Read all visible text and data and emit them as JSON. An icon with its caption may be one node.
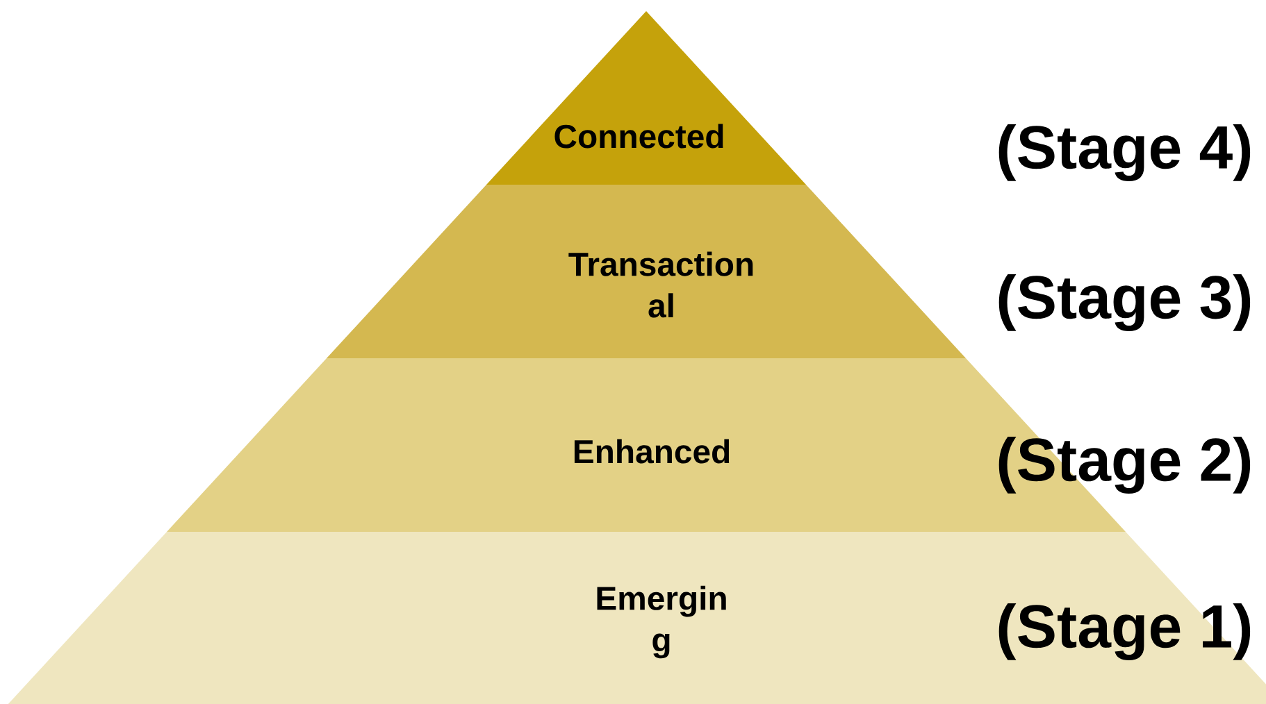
{
  "diagram": {
    "nodes": [
      {
        "text": [
          "Connected"
        ]
      },
      {
        "text": [
          "Transaction al"
        ]
      },
      {
        "text": [
          "Enhanced"
        ]
      },
      {
        "text": [
          "Emergin g"
        ]
      }
    ],
    "labels": [
      "(Stage 4)",
      "(Stage 3)",
      "(Stage 2)",
      "(Stage 1)"
    ]
  }
}
